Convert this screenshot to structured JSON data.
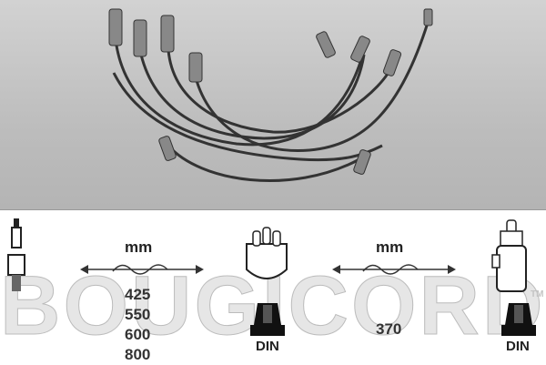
{
  "brand": {
    "watermark": "BOUGICORD",
    "trademark": "TM"
  },
  "spark_plug_side": {
    "unit": "mm",
    "lengths": [
      "425",
      "550",
      "600",
      "800"
    ],
    "connector": "DIN"
  },
  "coil_side": {
    "unit": "mm",
    "lengths": [
      "370"
    ],
    "connector": "DIN"
  },
  "colors": {
    "text": "#222222",
    "watermark": "#d0d0d0",
    "photo_bg": "#c4c4c4"
  }
}
